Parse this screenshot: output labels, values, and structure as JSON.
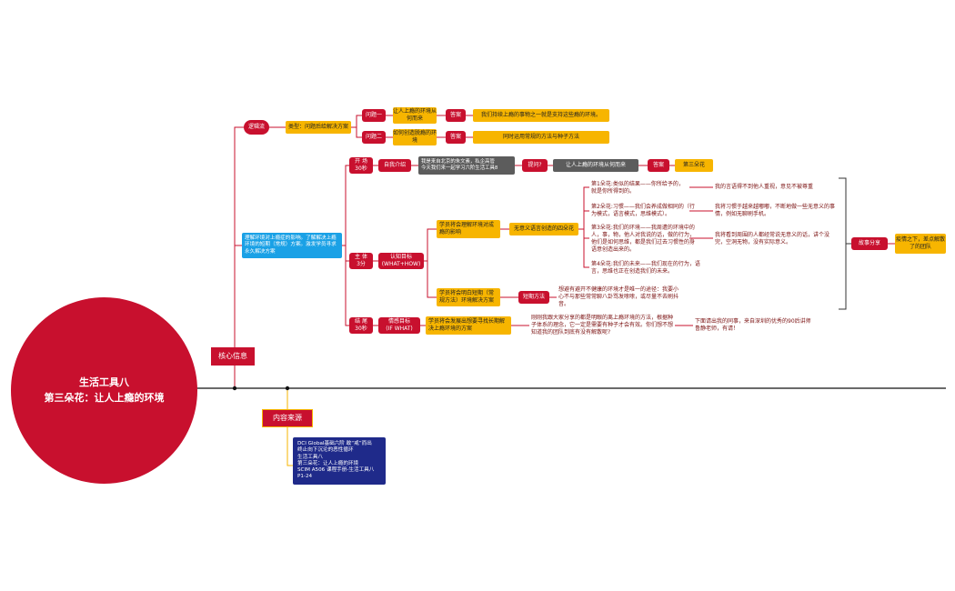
{
  "title": "生活工具八\n第三朵花：让人上瘾的环境",
  "core_label": "核心信息",
  "source_label": "内容来源",
  "source_text": "DCI Global基础六阶 敢“戒”而出\n终止向下沉沦的恶性循环\n生活工具八\n第三朵花：让人上瘾的环境\nSCIM A506 课程手册-生活工具八\nP1-24",
  "logic": {
    "label": "逻辑流",
    "type": "类型：问题后给解决方案",
    "q1": "问题一",
    "q1_text": "让人上瘾的环境从何而来",
    "a1_tag": "答案",
    "a1_text": "我们持续上瘾的事物之一就是支持这些瘾的环境。",
    "q2": "问题二",
    "q2_text": "如何创造脱瘾的环境",
    "a2_tag": "答案",
    "a2_text": "同时运用常规的方法与种子方法"
  },
  "goal": "理解环境对上瘾症的影响。了解解决上瘾环境的短期（常规）方案。激发学员寻求永久解决方案",
  "opening": {
    "label": "开 场\n30秒",
    "intro": "自我介绍",
    "intro_text": "我是来自北京的朱文素，私企高管\n今天我们来一起学习六阶生活工具8",
    "ask": "提问?",
    "ask_text": "让人上瘾的环境从何而来",
    "answer_tag": "答案",
    "answer_text": "第三朵花"
  },
  "main": {
    "label": "主 体\n3分",
    "goal": "认知目标\n(WHAT+HOW)",
    "u1": "学员将会理解环境对成瘾的影响",
    "flowers": "无意义语言创造的四朵花",
    "f1": "第1朵花:类似的结果——你所给予的，就是你所得到的。",
    "f1r": "我的言语得不到他人重视，意见不被尊重",
    "f2": "第2朵花:习惯——我们会养成做相同的（行为模式，语言模式，思维模式）。",
    "f2r": "我将习惯于越来越嘟嘟，不断地做一些无意义的事情，例如无聊刷手机。",
    "f3": "第3朵花:我们的环境——我周遭的环境中的人，事，物，他人对我说的话，做的行为，他们是如何思维，都是我们过去习惯性的身语意创造出来的。",
    "f3r": "我将看到周围的人都经常说无意义的话，讲个没完，空洞无物，没有实际意义。",
    "f4": "第4朵花:我们的未来——我们现在的行为，语言，思维也正在创造我们的未来。",
    "story": "故事分享",
    "story_text": "疫情之下，差点解散了的团队",
    "u2": "学员将会明白短期（常规方法）环境解决方案",
    "short": "短期方法",
    "short_text": "想避有避开不健康的环境才是唯一的途径：我要小心不与那些常常聊八卦骂发嗦嗦，或尽量不去刷抖音。"
  },
  "ending": {
    "label": "结 尾\n30秒",
    "goal": "情感目标\n(IF WHAT)",
    "text": "学员将会发展出想要寻找长期解决上瘾环境的方案",
    "q": "刚刚我跟大家分享的都是明眼的离上瘾环境的方法，根据种子体系的理念，它一定是需要有种子才会有效。你们想不想知道我的团队到底有没有解散呢?",
    "next": "下面请出我的同事，来自深圳的优秀的90后讲师鲁静老师，有请！"
  },
  "colors": {
    "red": "#c8102e",
    "yellow": "#f7b500",
    "blue": "#1aa1e6",
    "gray": "#5c5c5c",
    "navy": "#1f2a8a"
  }
}
